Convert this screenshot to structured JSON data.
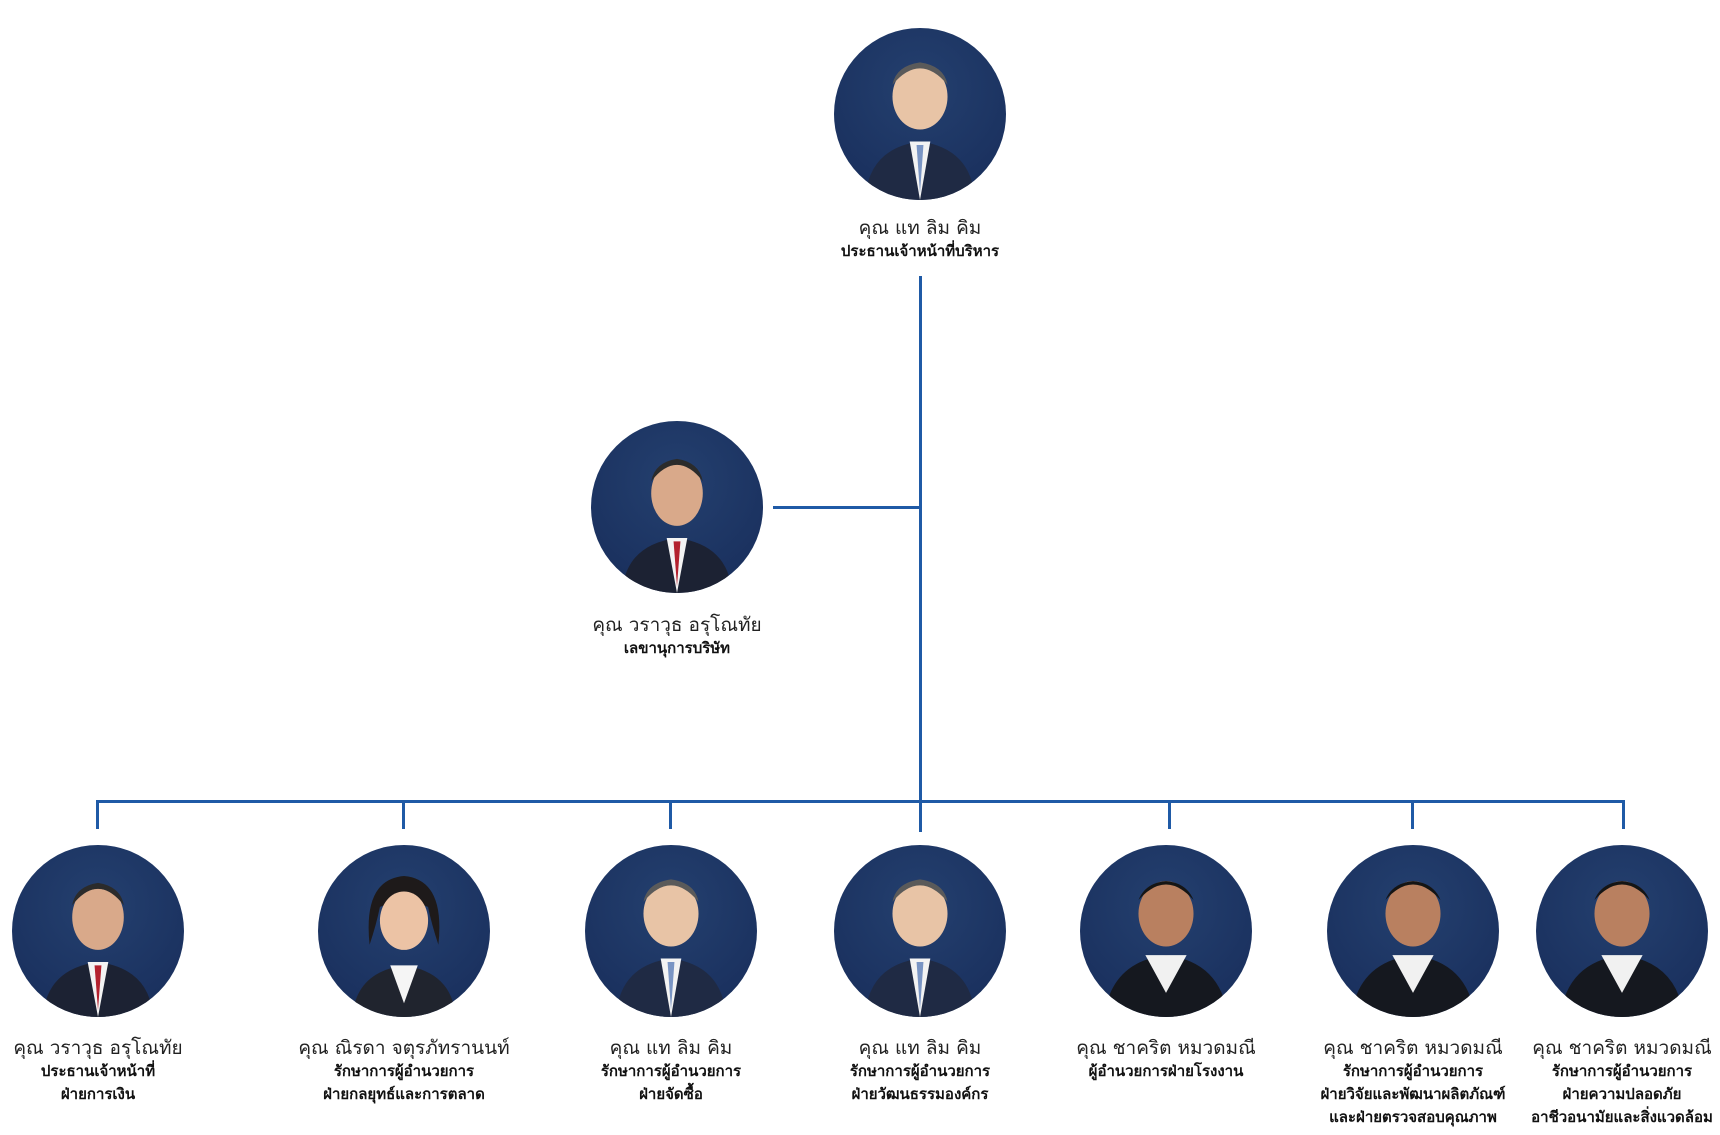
{
  "colors": {
    "connector": "#1f5aa6",
    "avatar_bg": "#1b3260"
  },
  "chart_data": {
    "type": "org-chart",
    "root": {
      "name": "คุณ แท ลิม คิม",
      "role": [
        "ประธานเจ้าหน้าที่บริหาร"
      ]
    },
    "staff": {
      "name": "คุณ วราวุธ อรุโณทัย",
      "role": [
        "เลขานุการบริษัท"
      ]
    },
    "reports": [
      {
        "name": "คุณ วราวุธ อรุโณทัย",
        "role": [
          "ประธานเจ้าหน้าที่",
          "ฝ่ายการเงิน"
        ]
      },
      {
        "name": "คุณ ณิรดา จตุรภัทรานนท์",
        "role": [
          "รักษาการผู้อำนวยการ",
          "ฝ่ายกลยุทธ์และการตลาด"
        ]
      },
      {
        "name": "คุณ แท ลิม คิม",
        "role": [
          "รักษาการผู้อำนวยการ",
          "ฝ่ายจัดซื้อ"
        ]
      },
      {
        "name": "คุณ แท ลิม คิม",
        "role": [
          "รักษาการผู้อำนวยการ",
          "ฝ่ายวัฒนธรรมองค์กร"
        ]
      },
      {
        "name": "คุณ ชาคริต หมวดมณี",
        "role": [
          "ผู้อำนวยการฝ่ายโรงงาน"
        ]
      },
      {
        "name": "คุณ ชาคริต หมวดมณี",
        "role": [
          "รักษาการผู้อำนวยการ",
          "ฝ่ายวิจัยและพัฒนาผลิตภัณฑ์",
          "และฝ่ายตรวจสอบคุณภาพ"
        ]
      },
      {
        "name": "คุณ ชาคริต หมวดมณี",
        "role": [
          "รักษาการผู้อำนวยการ",
          "ฝ่ายความปลอดภัย",
          "อาชีวอนามัยและสิ่งแวดล้อม"
        ]
      }
    ]
  }
}
